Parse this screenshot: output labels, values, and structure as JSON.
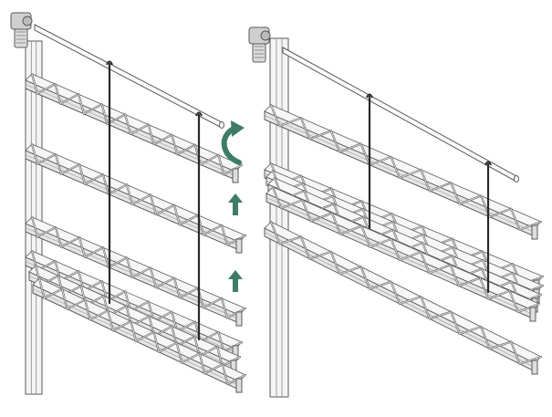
{
  "figure": {
    "panels": [
      {
        "id": "left",
        "state": "expanded-lifting",
        "truss_levels": 4
      },
      {
        "id": "right",
        "state": "collapsed-stacked",
        "truss_levels": 3
      }
    ],
    "icons": [
      "motor-icon",
      "rotate-arrow-icon",
      "up-arrow-icon",
      "up-arrow-icon"
    ]
  },
  "colors": {
    "background": "#ffffff",
    "line": "#5a5a5a",
    "fill": "#e6e6e6",
    "strap": "#2a2a2a",
    "arrow": "#3f7c67"
  }
}
